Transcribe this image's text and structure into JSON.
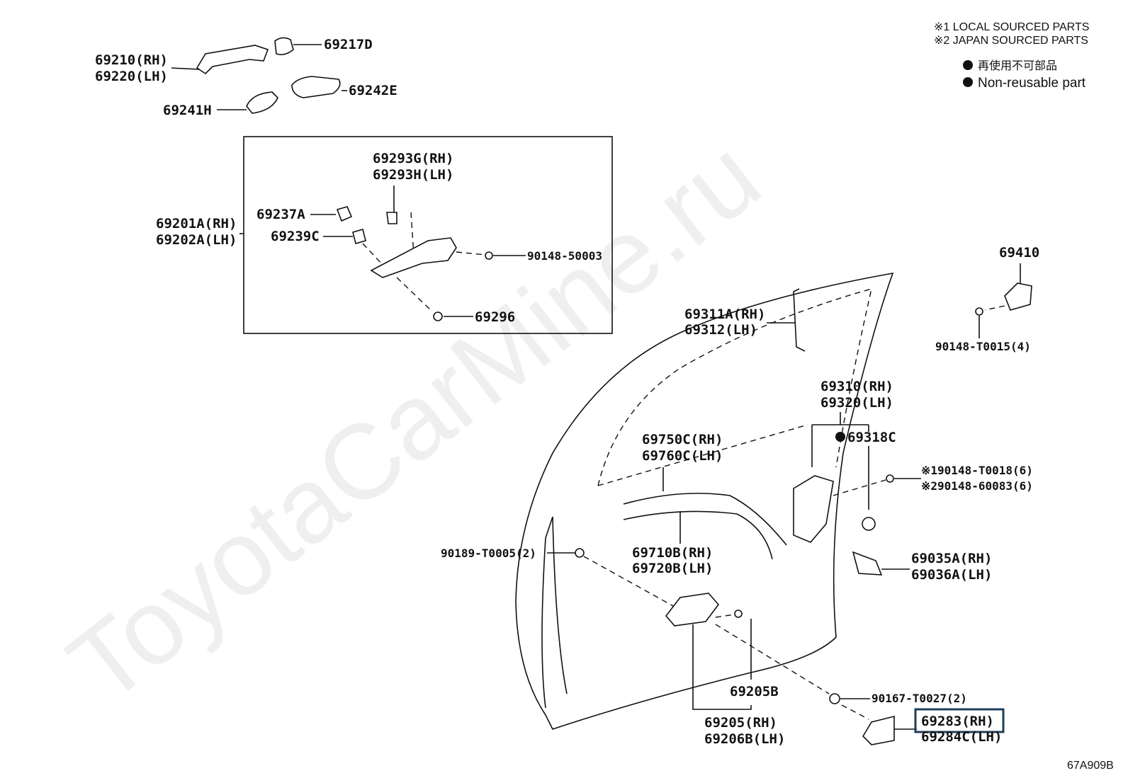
{
  "legend": {
    "local": "※1 LOCAL SOURCED PARTS",
    "japan": "※2 JAPAN SOURCED PARTS",
    "nonreusable_jp": "再使用不可部品",
    "nonreusable_en": "Non-reusable part"
  },
  "watermark": "ToyotaCarMine.ru",
  "diagram_code": "67A909B",
  "labels": {
    "p69217D": "69217D",
    "p69210": "69210(RH)",
    "p69220": "69220(LH)",
    "p69242E": "69242E",
    "p69241H": "69241H",
    "p69293G": "69293G(RH)",
    "p69293H": "69293H(LH)",
    "p69237A": "69237A",
    "p69201A": "69201A(RH)",
    "p69202A": "69202A(LH)",
    "p69239C": "69239C",
    "p90148_50003": "90148-50003",
    "p69296": "69296",
    "p69410": "69410",
    "p90148_T0015": "90148-T0015(4)",
    "p69311A": "69311A(RH)",
    "p69312": "69312(LH)",
    "p69310": "69310(RH)",
    "p69320": "69320(LH)",
    "p69318C": "69318C",
    "p69750C": "69750C(RH)",
    "p69760C": "69760C(LH)",
    "p90148_T0018": "※190148-T0018(6)",
    "p90148_60083": "※290148-60083(6)",
    "p69710B": "69710B(RH)",
    "p69720B": "69720B(LH)",
    "p90189": "90189-T0005(2)",
    "p69035A": "69035A(RH)",
    "p69036A": "69036A(LH)",
    "p69205B": "69205B",
    "p90167": "90167-T0027(2)",
    "p69205": "69205(RH)",
    "p69206B": "69206B(LH)",
    "p69283": "69283(RH)",
    "p69284C": "69284C(LH)"
  },
  "colors": {
    "highlight_box": "#1f3f5a",
    "ink": "#111111"
  }
}
